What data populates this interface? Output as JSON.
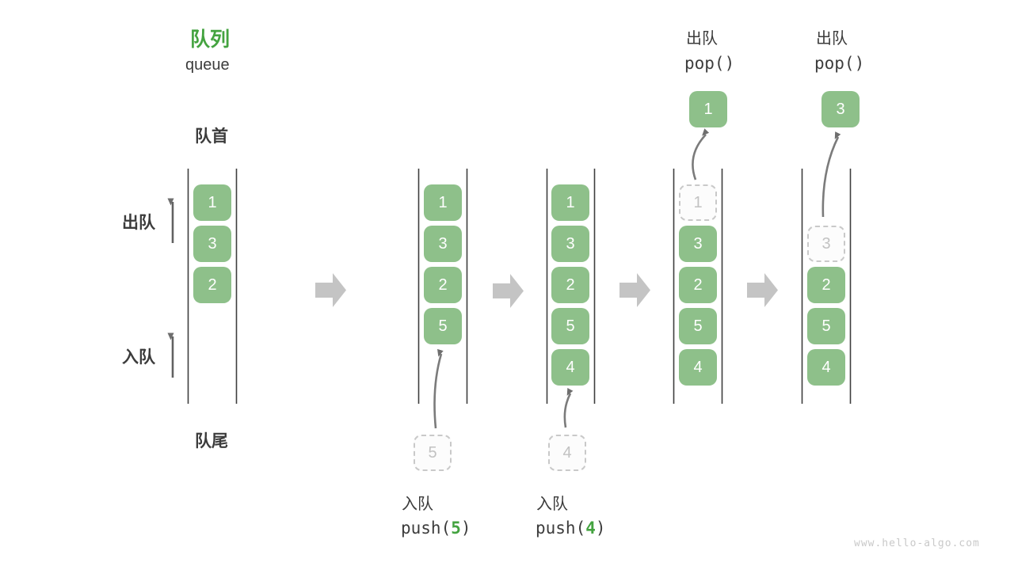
{
  "header": {
    "title_zh": "队列",
    "title_en": "queue"
  },
  "labels": {
    "front": "队首",
    "rear": "队尾",
    "dequeue_side": "出队",
    "enqueue_side": "入队"
  },
  "colors": {
    "box-green": "#8EC08A",
    "accent-green": "#44A340",
    "text-dark": "#3C3C3C",
    "arrow-gray": "#6E6E6E",
    "block-arrow-gray": "#C4C4C4",
    "dashed-border": "#C9C9C9",
    "dashed-text": "#C2C2C2",
    "watermark-gray": "#C9C9C9"
  },
  "stages": [
    {
      "boxes": [
        "1",
        "3",
        "2"
      ]
    },
    {
      "boxes": [
        "1",
        "3",
        "2",
        "5"
      ],
      "pending": "5",
      "op_label": "入队",
      "op_prefix": "push(",
      "op_arg": "5",
      "op_suffix": ")"
    },
    {
      "boxes": [
        "1",
        "3",
        "2",
        "5",
        "4"
      ],
      "pending": "4",
      "op_label": "入队",
      "op_prefix": "push(",
      "op_arg": "4",
      "op_suffix": ")"
    },
    {
      "removed": "1",
      "boxes": [
        "3",
        "2",
        "5",
        "4"
      ],
      "popped": "1",
      "op_label": "出队",
      "op_code": "pop()"
    },
    {
      "removed": "3",
      "boxes": [
        "2",
        "5",
        "4"
      ],
      "popped": "3",
      "op_label": "出队",
      "op_code": "pop()"
    }
  ],
  "watermark": "www.hello-algo.com"
}
